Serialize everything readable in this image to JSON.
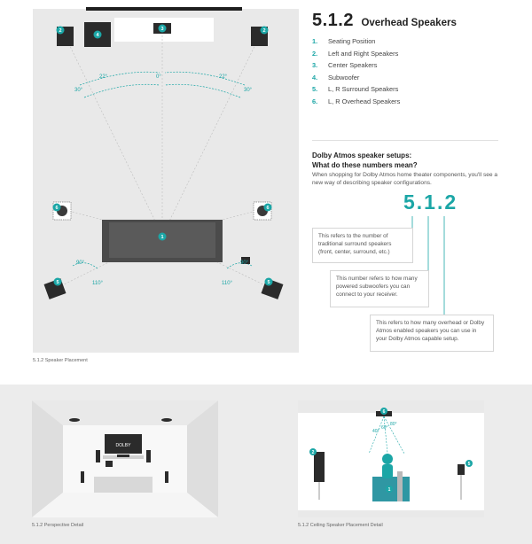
{
  "header": {
    "title_main": "5.1.2",
    "title_sub": "Overhead Speakers"
  },
  "legend": [
    {
      "num": "1.",
      "label": "Seating Position"
    },
    {
      "num": "2.",
      "label": "Left and Right Speakers"
    },
    {
      "num": "3.",
      "label": "Center Speakers"
    },
    {
      "num": "4.",
      "label": "Subwoofer"
    },
    {
      "num": "5.",
      "label": "L, R Surround Speakers"
    },
    {
      "num": "6.",
      "label": "L, R Overhead Speakers"
    }
  ],
  "question": {
    "line1": "Dolby Atmos speaker setups:",
    "line2": "What do these numbers mean?",
    "body": "When shopping for Dolby Atmos home theater components, you'll see a new way of describing speaker configurations."
  },
  "big_number": "5.1.2",
  "notes": {
    "first": "This refers to the number of traditional surround speakers (front, center, surround, etc.)",
    "second": "This number refers to how many powered subwoofers you can connect to your receiver.",
    "third": "This refers to how many overhead or Dolby Atmos enabled speakers you can use in your Dolby Atmos capable setup."
  },
  "diagram": {
    "angles": {
      "front_left_outer": "22°",
      "front_left_inner": "30°",
      "center": "0°",
      "front_right_outer": "22°",
      "front_right_inner": "30°",
      "surround_left_90": "90°",
      "surround_left_110": "110°",
      "surround_right_90": "90°",
      "surround_right_110": "110°"
    },
    "badges": {
      "left": "2",
      "right": "2",
      "center": "3",
      "sub": "4",
      "seat": "1",
      "sl": "5",
      "sr": "5",
      "ol": "6",
      "or": "6"
    }
  },
  "captions": {
    "placement": "5.1.2 Speaker Placement",
    "perspective": "5.1.2 Perspective Detail",
    "ceiling": "5.1.2 Ceiling Speaker Placement Detail"
  },
  "perspective": {
    "tv_logo": "DOLBY"
  },
  "ceiling": {
    "angles": {
      "a": "40°",
      "b": "60°",
      "c": "80°"
    },
    "badges": {
      "top": "6",
      "left": "2",
      "right": "5",
      "seat": "1"
    }
  },
  "colors": {
    "accent": "#1ba6a6",
    "speaker": "#2b2b2b",
    "room": "#e9e9e9"
  }
}
